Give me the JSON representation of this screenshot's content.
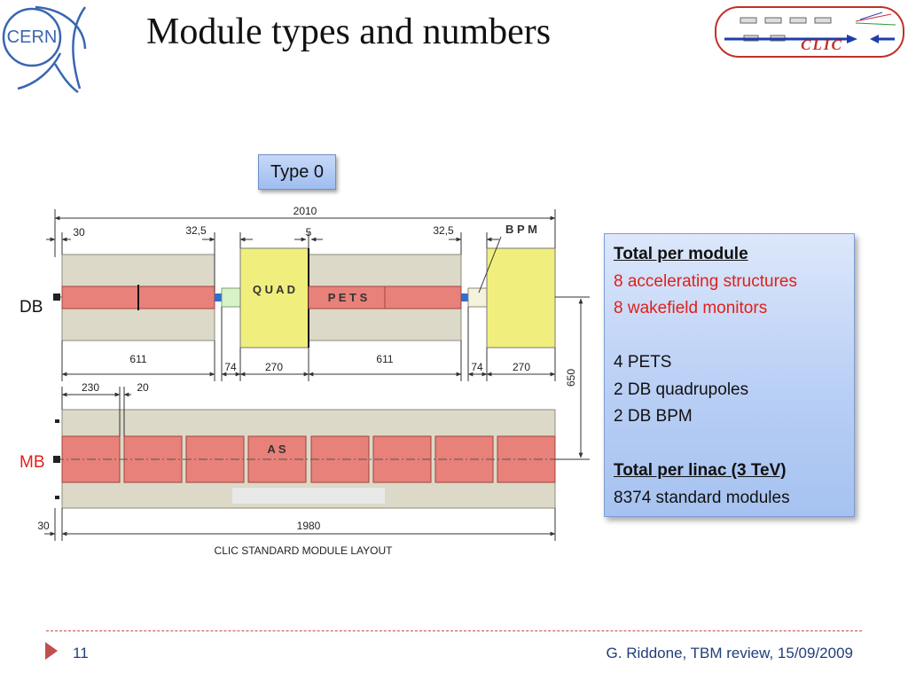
{
  "slide": {
    "title": "Module types and numbers",
    "page_number": "11",
    "footer": "G. Riddone, TBM review, 15/09/2009"
  },
  "logos": {
    "cern": "CERN",
    "clic": "CLIC"
  },
  "type_badge": "Type 0",
  "diagram": {
    "caption": "CLIC STANDARD MODULE LAYOUT",
    "beam_labels": {
      "db": "DB",
      "mb": "MB"
    },
    "component_labels": {
      "quad": "Q U A D",
      "pets": "P E T S",
      "bpm": "B P M",
      "as": "A  S"
    },
    "dimensions": {
      "total_width": "2010",
      "left_offset": "30",
      "gap_left": "32,5",
      "gap_mid": "5",
      "gap_right": "32,5",
      "seg1": "611",
      "seg2": "74",
      "seg3": "270",
      "seg4": "611",
      "seg5": "74",
      "seg6": "270",
      "height": "650",
      "as_width": "230",
      "as_gap": "20",
      "mb_offset": "30",
      "mb_total": "1980"
    }
  },
  "summary": {
    "heading": "Total per module",
    "accelerating": "8 accelerating structures",
    "wakefield": "8 wakefield monitors",
    "pets": "4 PETS",
    "quads": "2 DB quadrupoles",
    "bpm": "2 DB BPM",
    "linac_heading": "Total per linac (3 TeV)",
    "linac_modules": "8374 standard modules"
  },
  "colors": {
    "accent_red": "#e0201a",
    "structure": "#e8817a",
    "girder": "#dcd9c8",
    "quad": "#f0ef7d",
    "box_blue": "#b9cff5"
  }
}
